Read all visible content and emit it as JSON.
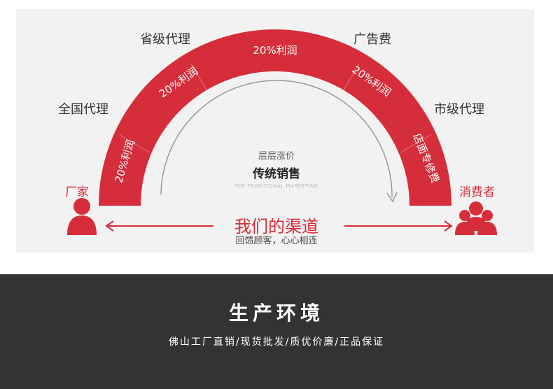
{
  "diagram": {
    "stages": {
      "national": "全国代理",
      "provincial": "省级代理",
      "advertising": "广告费",
      "city": "市级代理"
    },
    "arc_segments": {
      "seg1": "20%利润",
      "seg2": "20%利润",
      "seg3": "20%利润",
      "seg4": "20%利润",
      "seg5": "店面专修费"
    },
    "ends": {
      "manufacturer": "厂家",
      "consumer": "消费者"
    },
    "center": {
      "subtitle": "层层涨价",
      "title": "传统销售",
      "english": "THE TRADITIONAL MARKETING"
    },
    "channel": {
      "title": "我们的渠道",
      "subtitle": "回馈顾客，心心相连"
    },
    "colors": {
      "accent": "#d62d3a",
      "panel": "#f2f2f2",
      "footer": "#333333"
    }
  },
  "footer": {
    "title": "生产环境",
    "subtitle": "佛山工厂直销/现货批发/质优价廉/正品保证"
  }
}
